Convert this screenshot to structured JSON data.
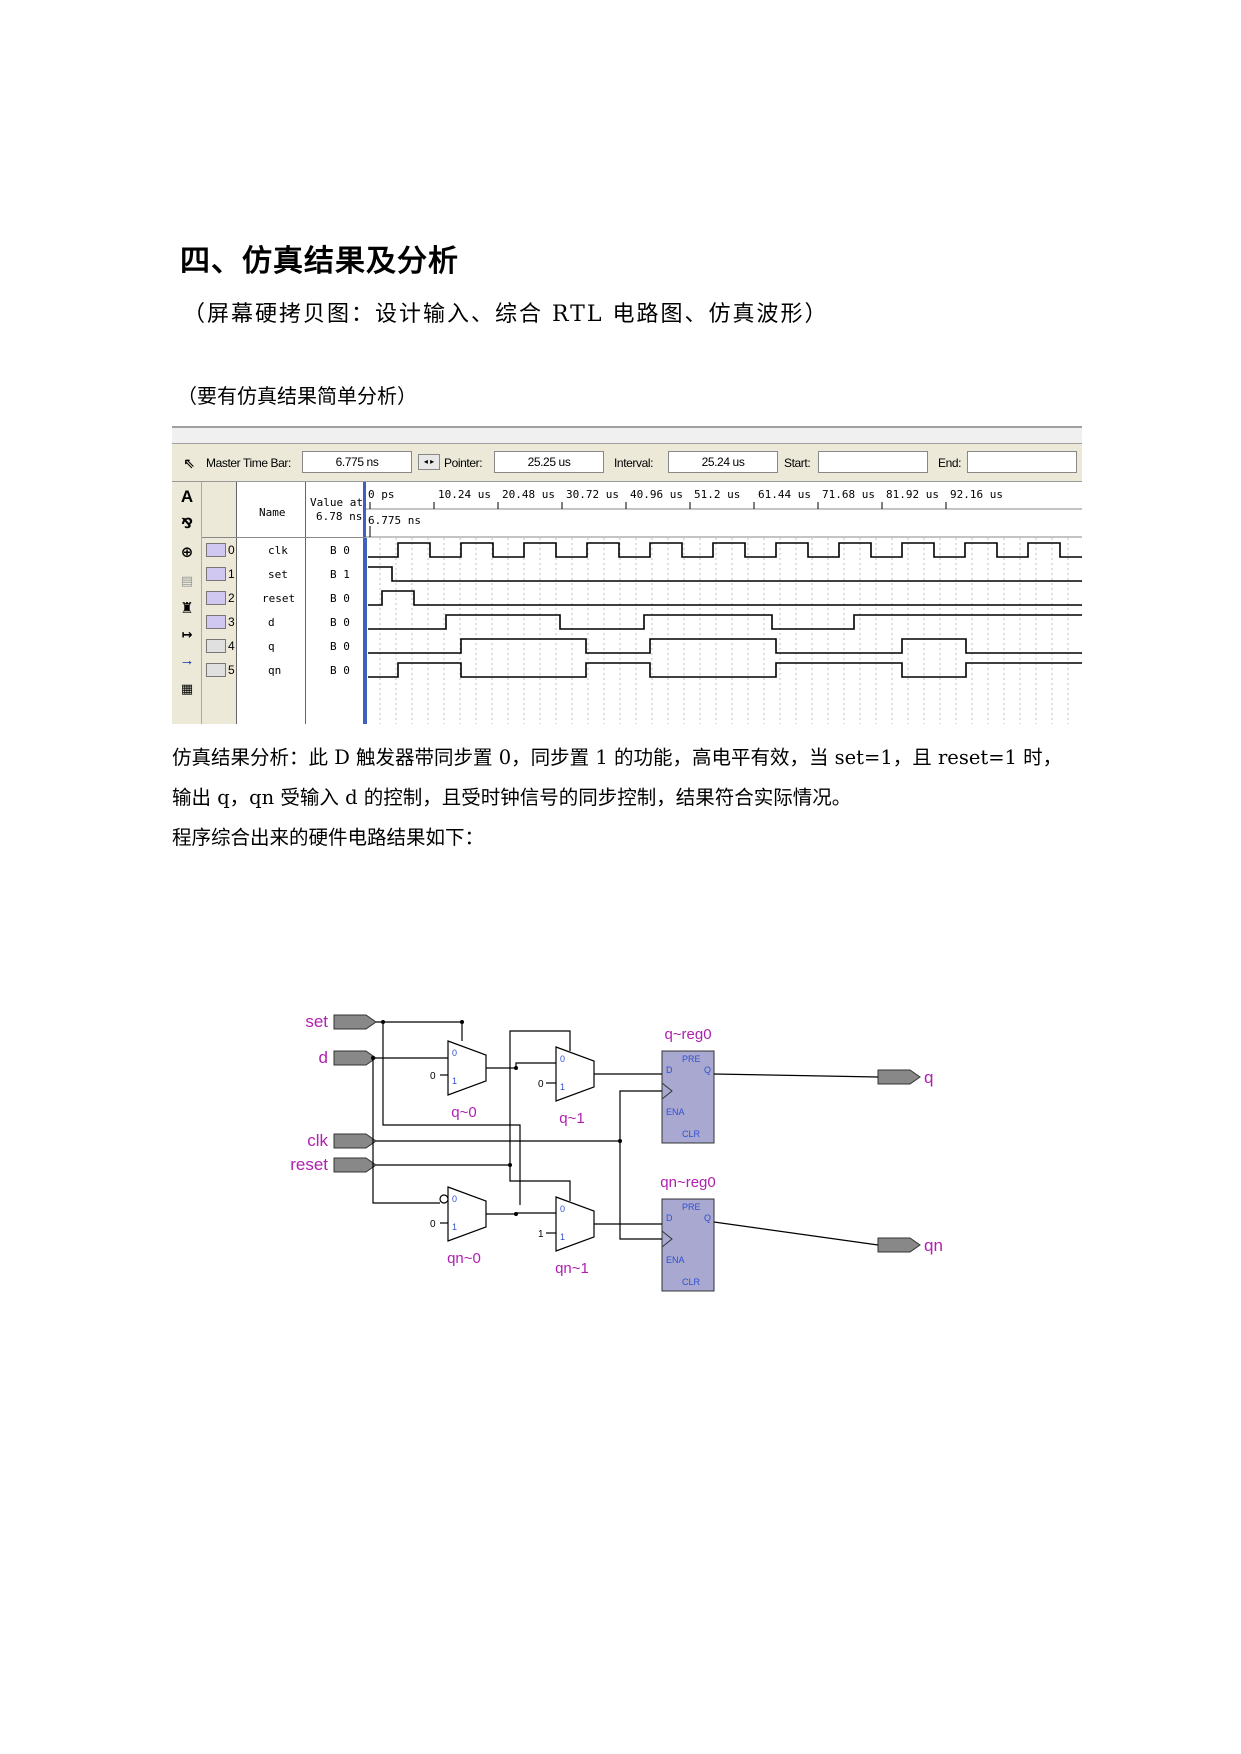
{
  "heading": {
    "title": "四、仿真结果及分析",
    "subtitle": "（屏幕硬拷贝图：设计输入、综合 RTL 电路图、仿真波形）",
    "note": "（要有仿真结果简单分析）"
  },
  "simulator": {
    "toolbar": {
      "master_label": "Master Time Bar:",
      "master_value": "6.775 ns",
      "pointer_label": "Pointer:",
      "pointer_value": "25.25 us",
      "interval_label": "Interval:",
      "interval_value": "25.24 us",
      "start_label": "Start:",
      "start_value": "",
      "end_label": "End:",
      "end_value": ""
    },
    "columns": {
      "name": "Name",
      "value_line1": "Value at",
      "value_line2": "6.78 ns"
    },
    "time_ticks": [
      "0 ps",
      "10.24 us",
      "20.48 us",
      "30.72 us",
      "40.96 us",
      "51.2 us",
      "61.44 us",
      "71.68 us",
      "81.92 us",
      "92.16 us"
    ],
    "cursor_label": "6.775 ns",
    "signals": [
      {
        "index": "0",
        "name": "clk",
        "value": "B 0",
        "dir": "in"
      },
      {
        "index": "1",
        "name": "set",
        "value": "B 1",
        "dir": "in"
      },
      {
        "index": "2",
        "name": "reset",
        "value": "B 0",
        "dir": "in"
      },
      {
        "index": "3",
        "name": "d",
        "value": "B 0",
        "dir": "in"
      },
      {
        "index": "4",
        "name": "q",
        "value": "B 0",
        "dir": "out"
      },
      {
        "index": "5",
        "name": "qn",
        "value": "B 0",
        "dir": "out"
      }
    ]
  },
  "analysis": {
    "line1": "仿真结果分析：此 D 触发器带同步置 0，同步置 1 的功能，高电平有效，当 set=1，且 reset=1 时，",
    "line2": "输出 q，qn 受输入 d 的控制，且受时钟信号的同步控制，结果符合实际情况。",
    "line3": "程序综合出来的硬件电路结果如下："
  },
  "rtl": {
    "inputs": [
      "set",
      "d",
      "clk",
      "reset"
    ],
    "outputs": [
      "q",
      "qn"
    ],
    "mux_labels": [
      "q~0",
      "q~1",
      "qn~0",
      "qn~1"
    ],
    "reg_labels": [
      "q~reg0",
      "qn~reg0"
    ],
    "reg_pins": {
      "pre": "PRE",
      "d": "D",
      "q": "Q",
      "ena": "ENA",
      "clr": "CLR"
    },
    "mux_pins": {
      "zero": "0",
      "one": "1"
    },
    "const_zero": "0",
    "const_one": "1",
    "colors": {
      "port": "#b020b0",
      "pin": "#3050d0",
      "reg_fill": "#a8a8d0",
      "port_fill": "#888888"
    }
  }
}
